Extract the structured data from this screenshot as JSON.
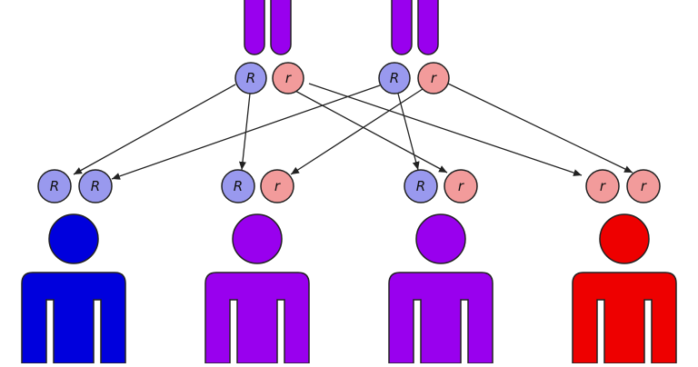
{
  "colors": {
    "dominant_allele_fill": "#9999ee",
    "recessive_allele_fill": "#f29b9b",
    "parent_chromosome": "#9900ee",
    "child_dominant_homozygous": "#0000dd",
    "child_heterozygous": "#9900ee",
    "child_recessive_homozygous": "#ee0000",
    "outline": "#222222"
  },
  "parents": [
    {
      "alleles": [
        "R",
        "r"
      ]
    },
    {
      "alleles": [
        "R",
        "r"
      ]
    }
  ],
  "children": [
    {
      "alleles": [
        "R",
        "R"
      ],
      "phenotype_color": "#0000dd"
    },
    {
      "alleles": [
        "R",
        "r"
      ],
      "phenotype_color": "#9900ee"
    },
    {
      "alleles": [
        "R",
        "r"
      ],
      "phenotype_color": "#9900ee"
    },
    {
      "alleles": [
        "r",
        "r"
      ],
      "phenotype_color": "#ee0000"
    }
  ]
}
